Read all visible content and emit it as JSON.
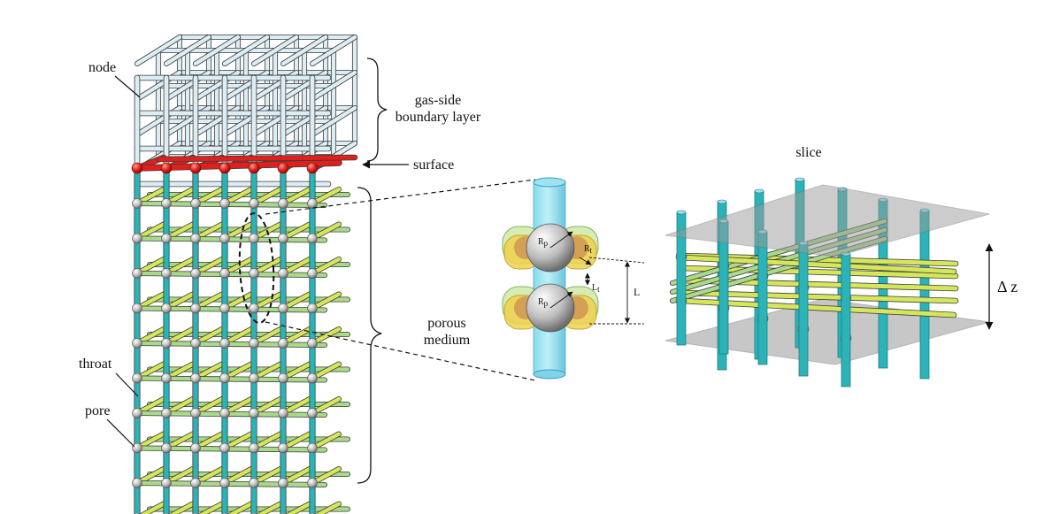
{
  "labels": {
    "node": "node",
    "gas_side_line1": "gas-side",
    "gas_side_line2": "boundary layer",
    "surface": "surface",
    "porous_line1": "porous",
    "porous_line2": "medium",
    "throat": "throat",
    "pore": "pore",
    "slice": "slice",
    "delta_z": "Δ z",
    "length": "L",
    "pore_radius": "R",
    "pore_radius_sub": "p",
    "throat_radius": "R",
    "throat_radius_sub": "t",
    "throat_length": "L",
    "throat_length_sub": "t"
  },
  "colors": {
    "boundary_layer": "#dcedf4",
    "surface": "#e0201c",
    "vertical_throat": "#2bb3b7",
    "x_throat": "#d6e65a",
    "y_throat": "#a9d98a",
    "pore": "#c9c9c9",
    "slice_plane": "#9a9a9a"
  }
}
